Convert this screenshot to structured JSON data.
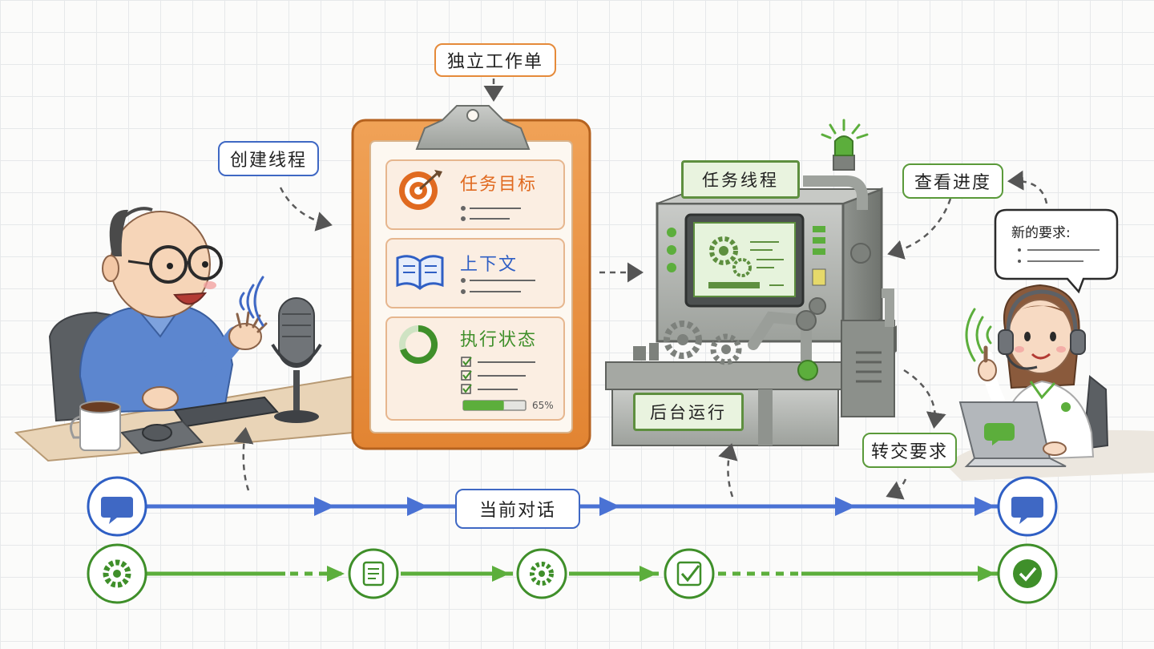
{
  "labels": {
    "worksheet": "独立工作单",
    "create_thread": "创建线程",
    "task_thread": "任务线程",
    "check_progress": "查看进度",
    "background_run": "后台运行",
    "handoff_request": "转交要求",
    "current_dialog": "当前对话"
  },
  "clipboard": {
    "sections": [
      {
        "title": "任务目标",
        "icon": "target-icon",
        "color": "#e06a20"
      },
      {
        "title": "上下文",
        "icon": "book-icon",
        "color": "#2f5fc4"
      },
      {
        "title": "执行状态",
        "icon": "progress-ring-icon",
        "color": "#3f8f2a"
      }
    ],
    "progress_label": "65%",
    "progress_value": 0.65
  },
  "speech_bubble": {
    "title": "新的要求:"
  },
  "colors": {
    "blue_line": "#4a72d4",
    "green_line": "#5cae3c",
    "orange": "#e58a3a"
  },
  "timelines": {
    "conversation_nodes": [
      "chat-bubble-icon",
      "chat-bubble-icon"
    ],
    "task_nodes": [
      "gear-icon",
      "document-icon",
      "gear-icon",
      "checkbox-icon",
      "check-circle-icon"
    ]
  }
}
